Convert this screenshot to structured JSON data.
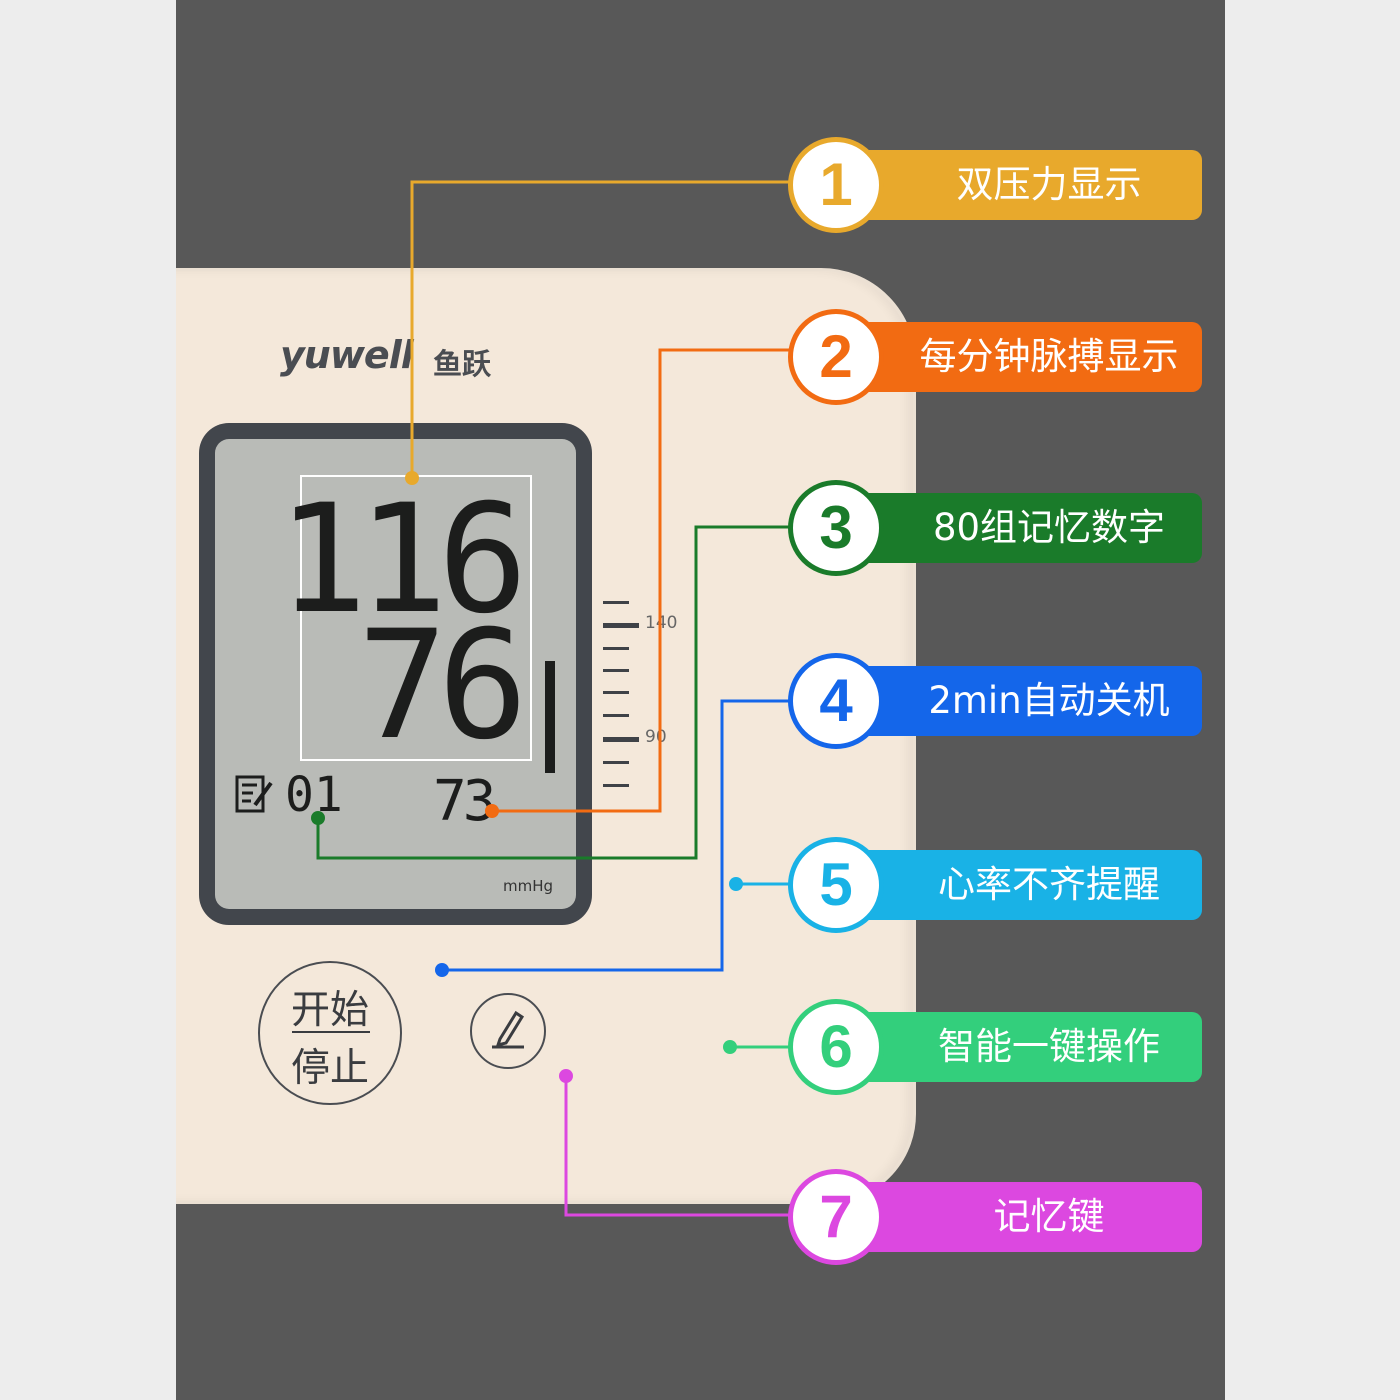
{
  "device": {
    "brand_latin": "yuwell",
    "brand_cn": "鱼跃",
    "systolic": "116",
    "diastolic": "76",
    "memory_slot": "01",
    "pulse": "73",
    "unit": "mmHg",
    "scale_high": "140",
    "scale_low": "90",
    "start_button_line1": "开始",
    "start_button_line2": "停止",
    "memory_icon": "pencil-icon"
  },
  "features": [
    {
      "num": "1",
      "text": "双压力显示",
      "color": "#e8a92c"
    },
    {
      "num": "2",
      "text": "每分钟脉搏显示",
      "color": "#f26b12"
    },
    {
      "num": "3",
      "text": "80组记忆数字",
      "color": "#1a7b2a"
    },
    {
      "num": "4",
      "text": "2min自动关机",
      "color": "#1466ea"
    },
    {
      "num": "5",
      "text": "心率不齐提醒",
      "color": "#19b2e6"
    },
    {
      "num": "6",
      "text": "智能一键操作",
      "color": "#33cf7c"
    },
    {
      "num": "7",
      "text": "记忆键",
      "color": "#dc48e0"
    }
  ]
}
